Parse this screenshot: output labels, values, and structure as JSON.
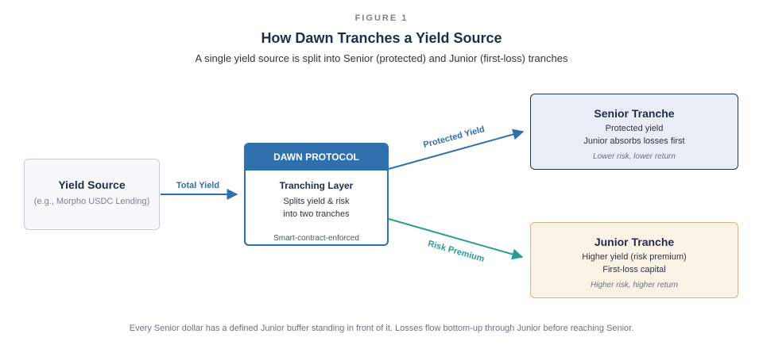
{
  "figure_label": "FIGURE 1",
  "title": "How Dawn Tranches a Yield Source",
  "subtitle": "A single yield source is split into Senior (protected) and Junior (first-loss) tranches",
  "yield_source": {
    "name": "Yield Source",
    "description": "(e.g., Morpho USDC Lending)"
  },
  "dawn": {
    "header": "DAWN PROTOCOL",
    "name": "Tranching Layer",
    "lines": [
      "Splits yield & risk",
      "into two tranches"
    ],
    "note": "Smart-contract-enforced"
  },
  "senior": {
    "name": "Senior Tranche",
    "lines": [
      "Protected yield",
      "Junior absorbs losses first"
    ],
    "note": "Lower risk, lower return"
  },
  "junior": {
    "name": "Junior Tranche",
    "lines": [
      "Higher yield (risk premium)",
      "First-loss capital"
    ],
    "note": "Higher risk, higher return"
  },
  "flows": {
    "total_yield": "Total Yield",
    "protected_yield": "Protected Yield",
    "risk_premium": "Risk Premium"
  },
  "colors": {
    "blue": "#2e6fad",
    "teal": "#2a9d8f",
    "senior_bg": "#e9eef6",
    "junior_bg": "#fbf2e6"
  },
  "footnote": "Every Senior dollar has a defined Junior buffer standing in front of it. Losses flow bottom-up through Junior before reaching Senior."
}
